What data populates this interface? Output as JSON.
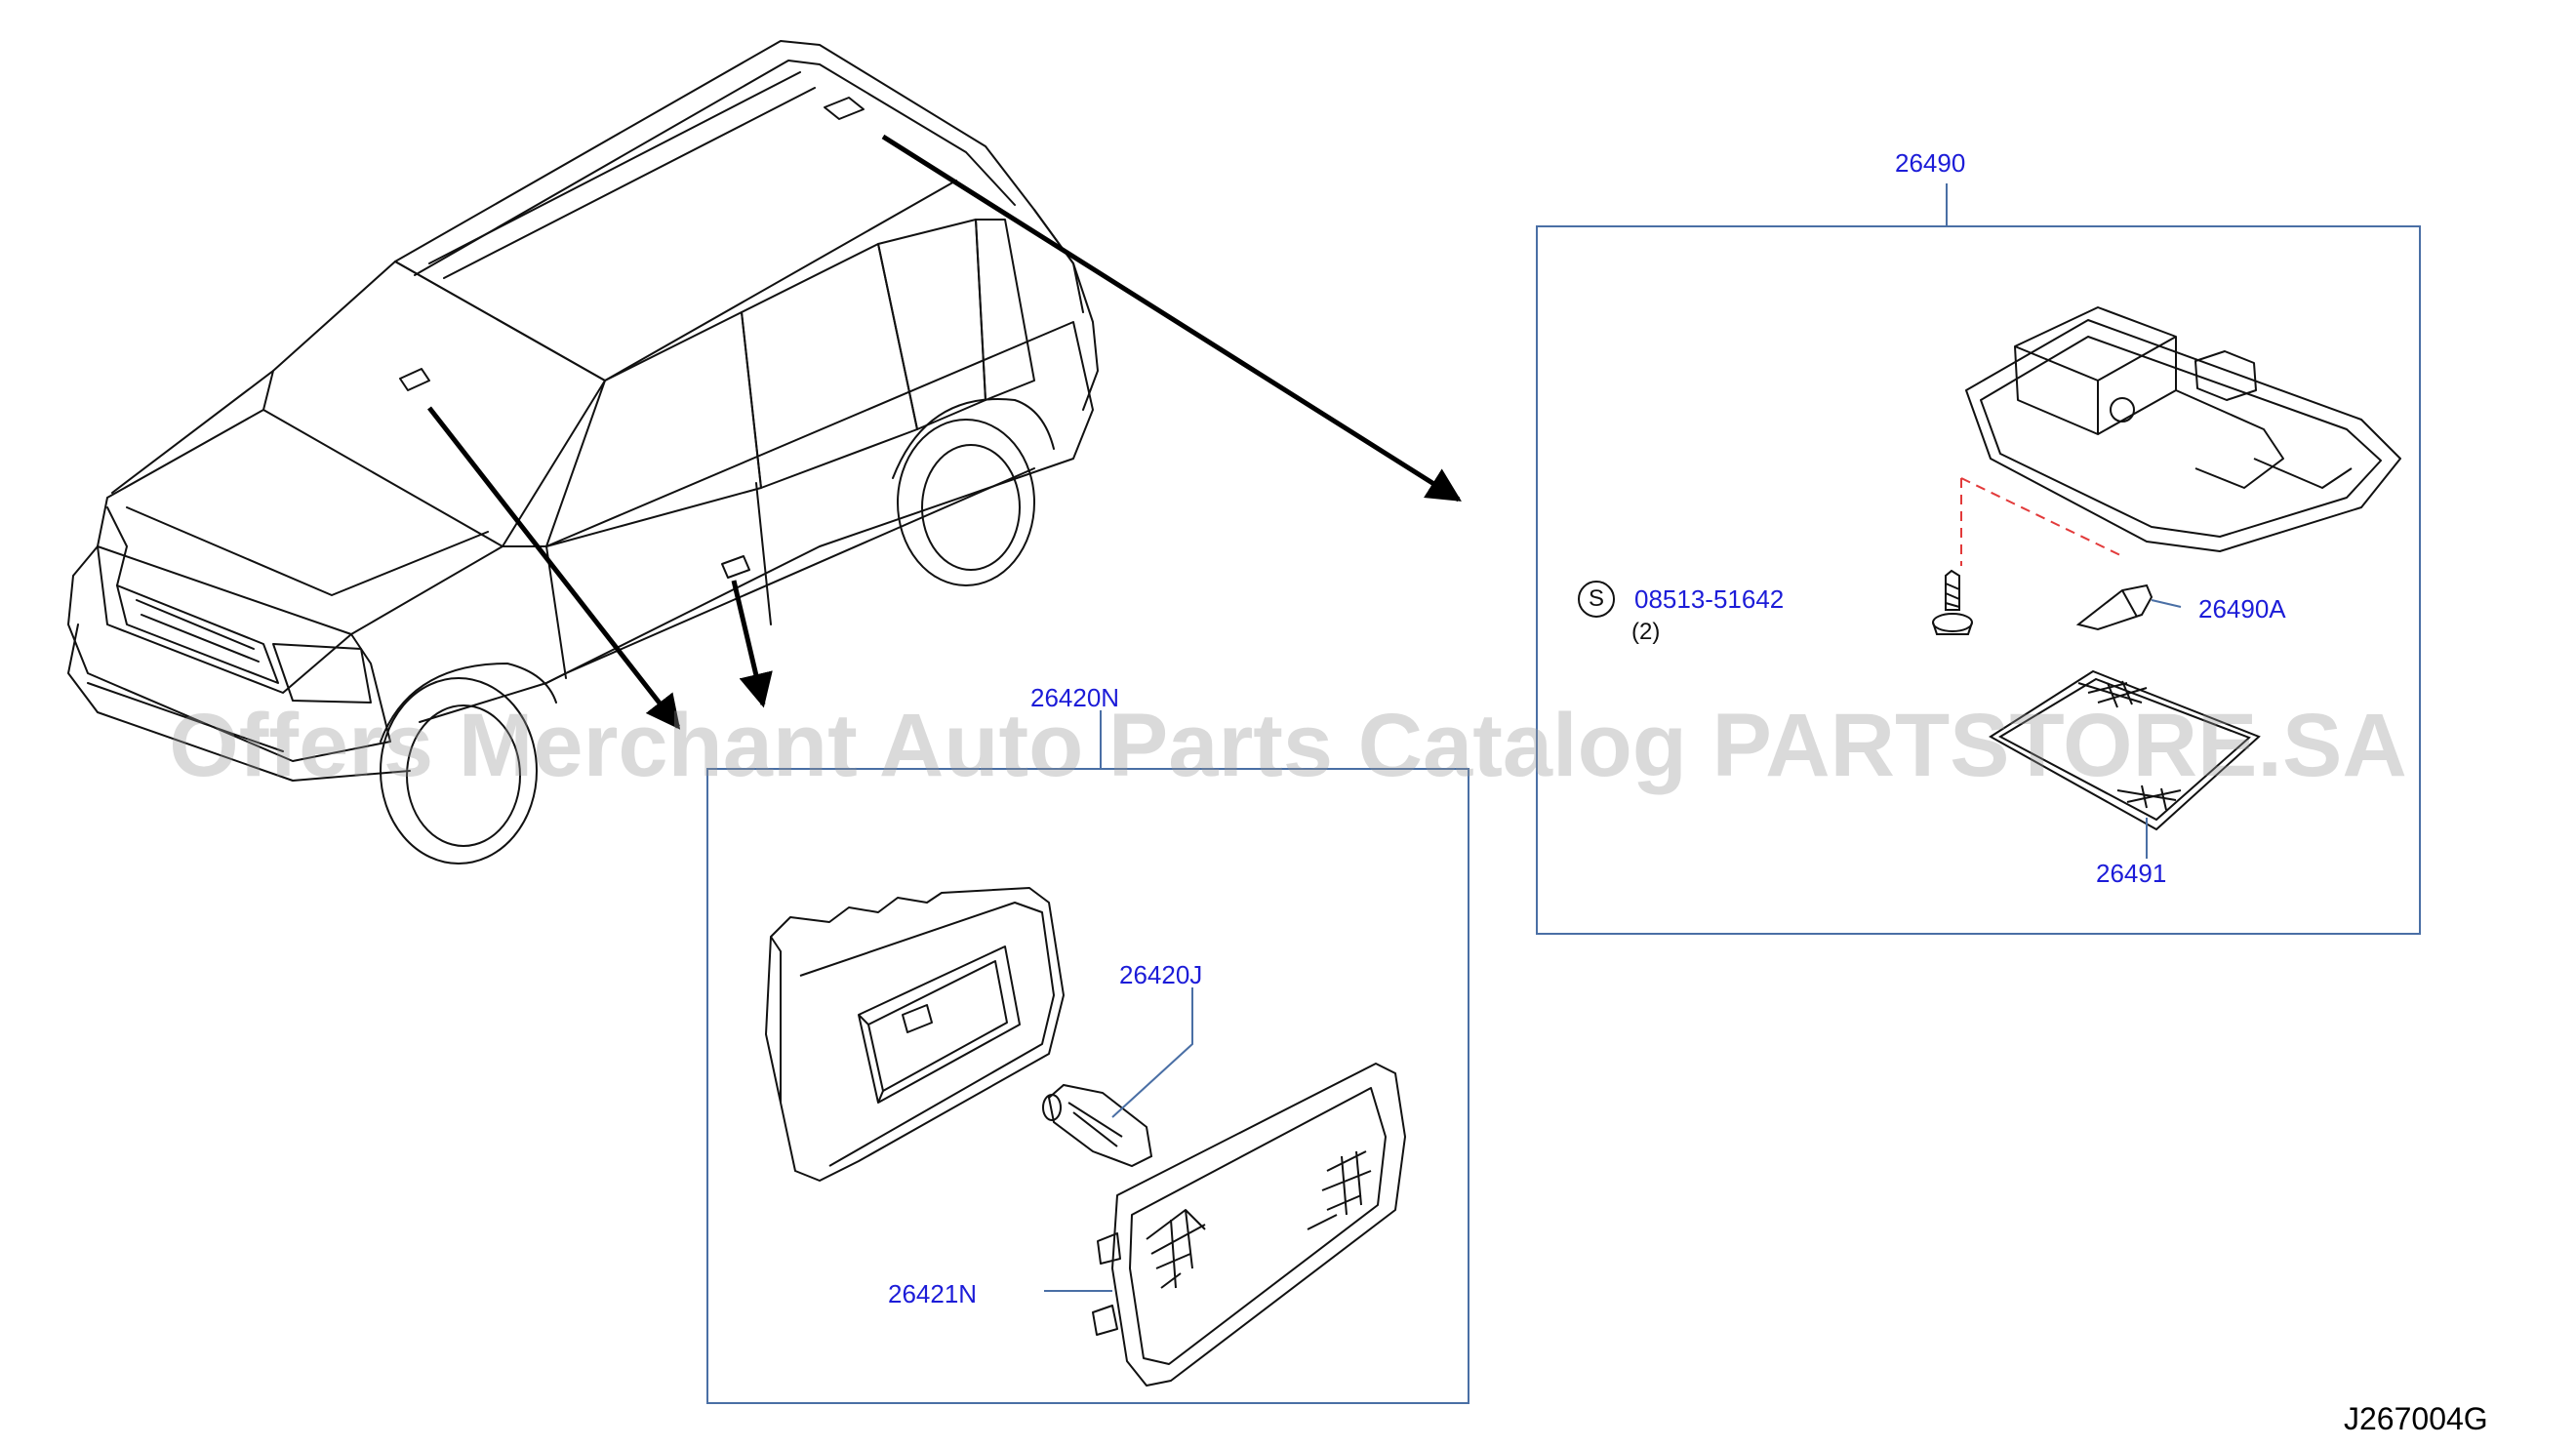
{
  "diagram": {
    "watermark": "Offers Merchant Auto Parts Catalog PARTSTORE.SA",
    "reference_code": "J267004G",
    "groups": {
      "room_lamp": {
        "part_no": "26490"
      },
      "step_lamp": {
        "part_no": "26420N"
      }
    },
    "parts": {
      "screw": {
        "label": "08513-51642",
        "symbol": "S",
        "qty": "(2)"
      },
      "room_bulb": {
        "label": "26490A"
      },
      "room_lens": {
        "label": "26491"
      },
      "step_bulb": {
        "label": "26420J"
      },
      "step_lens": {
        "label": "26421N"
      }
    },
    "colors": {
      "callout_text": "#1c1cd8",
      "box_border": "#4a6fa5",
      "line_art": "#111111",
      "dashed_guide": "#e23a3a"
    }
  }
}
